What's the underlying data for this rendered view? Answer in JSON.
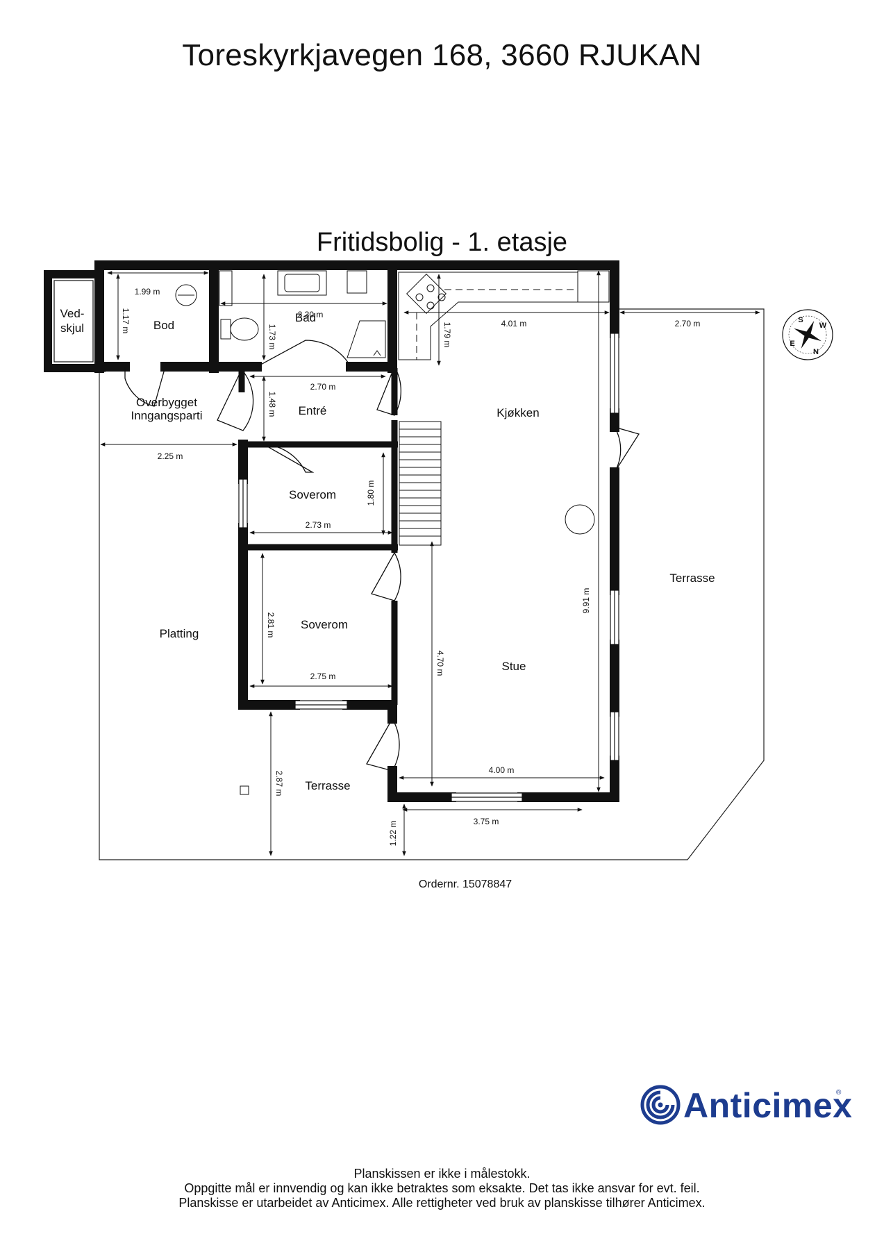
{
  "title": "Toreskyrkjavegen 168, 3660 RJUKAN",
  "subtitle": "Fritidsbolig - 1. etasje",
  "rooms": {
    "vedskjul_1": "Ved-",
    "vedskjul_2": "skjul",
    "bod": "Bod",
    "bad": "Bad",
    "overbygget_1": "Overbygget",
    "overbygget_2": "Inngangsparti",
    "entre": "Entré",
    "kjokken": "Kjøkken",
    "soverom_1": "Soverom",
    "soverom_2": "Soverom",
    "platting": "Platting",
    "stue": "Stue",
    "terrasse_east": "Terrasse",
    "terrasse_south": "Terrasse"
  },
  "dimensions": {
    "bod_width": "1.99 m",
    "bod_depth": "1.17 m",
    "bad_width": "2.30 m",
    "bad_depth": "1.73 m",
    "kitchen_depth": "1.79 m",
    "kitchen_width": "4.01 m",
    "terrasse_width": "2.70 m",
    "entre_width": "2.70 m",
    "entre_depth": "1.48 m",
    "platting_width": "2.25 m",
    "soverom1_depth": "1.80 m",
    "soverom1_width": "2.73 m",
    "soverom2_depth": "2.81 m",
    "soverom2_width": "2.75 m",
    "stue_depth": "4.70 m",
    "total_depth": "9.91 m",
    "stue_width": "4.00 m",
    "terrasse_depth": "2.87 m",
    "terrasse_south_width": "3.75 m",
    "terrasse_south_depth": "1.22 m"
  },
  "compass": {
    "n": "N",
    "s": "S",
    "e": "E",
    "w": "W"
  },
  "order_number": "Ordernr. 15078847",
  "brand": {
    "name": "Anticimex",
    "reg": "®",
    "color": "#1d3c8f"
  },
  "disclaimer": [
    "Planskissen er ikke i målestokk.",
    "Oppgitte mål er innvendig og kan ikke betraktes som eksakte. Det tas ikke ansvar for evt. feil.",
    "Planskisse er utarbeidet av Anticimex. Alle rettigheter ved bruk av planskisse tilhører Anticimex."
  ]
}
